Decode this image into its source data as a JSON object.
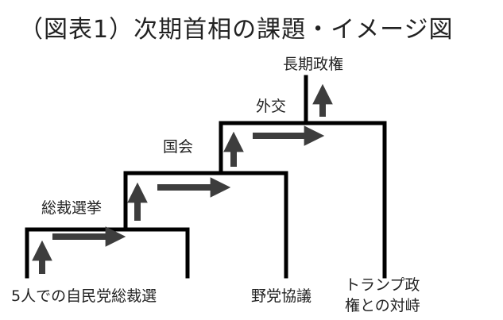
{
  "title": "（図表1）次期首相の課題・イメージ図",
  "labels": {
    "top_goal": "長期政権",
    "step_diplomacy": "外交",
    "step_diet": "国会",
    "step_party_election": "総裁選挙"
  },
  "bottom_labels": {
    "party_election_5": "5人での自民党総裁選",
    "opposition": "野党協議",
    "trump_line1": "トランプ政",
    "trump_line2": "権との対峙"
  },
  "colors": {
    "step_line": "#000000",
    "arrow": "#3d3d3d",
    "text": "#222222"
  }
}
